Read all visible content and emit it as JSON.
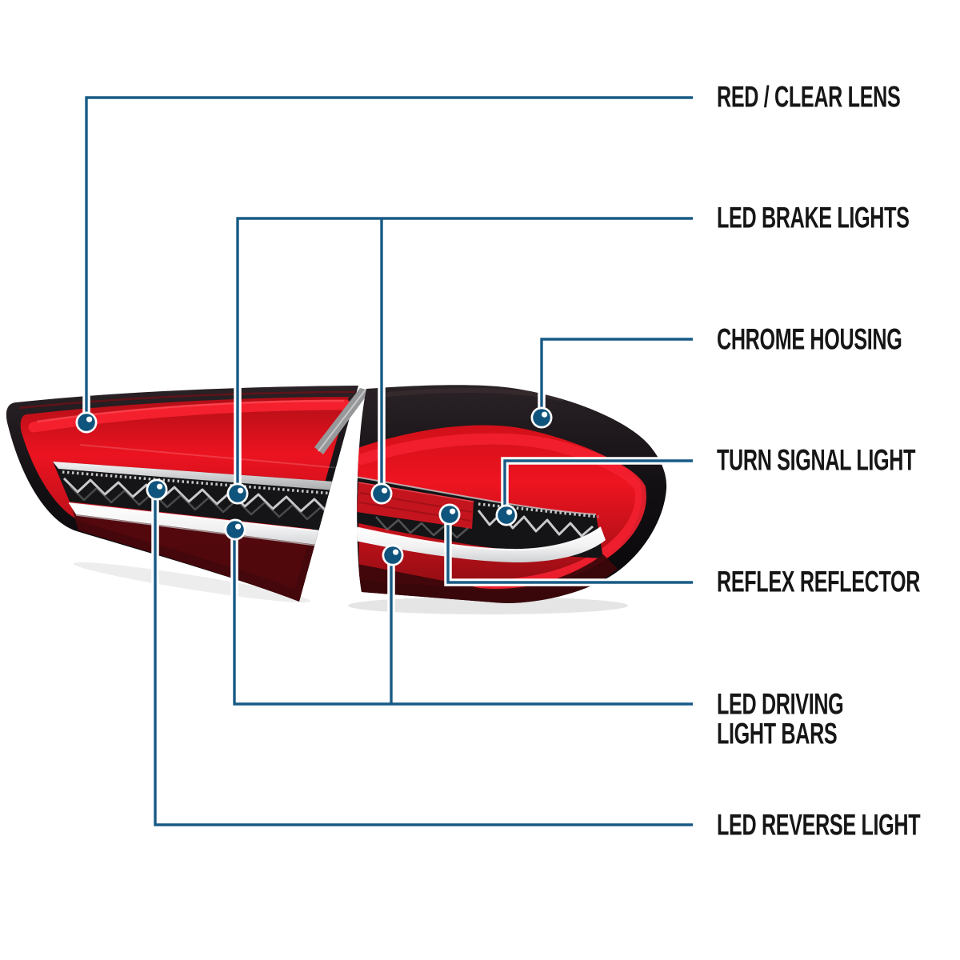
{
  "page": {
    "background": "#ffffff"
  },
  "palette": {
    "callout_blue": "#185a85",
    "marker_blue": "#0f547d",
    "label_text": "#161616",
    "lamp_bright_red": "#ee1420",
    "lamp_dark_red": "#4a080c",
    "chrome_gray": "#9c9d9e",
    "white_bar": "#f2f2f3"
  },
  "callouts": [
    {
      "id": "red-clear-lens",
      "label": "RED / CLEAR LENS"
    },
    {
      "id": "led-brake-lights",
      "label": "LED BRAKE LIGHTS"
    },
    {
      "id": "chrome-housing",
      "label": "CHROME HOUSING"
    },
    {
      "id": "turn-signal-light",
      "label": "TURN SIGNAL LIGHT"
    },
    {
      "id": "reflex-reflector",
      "label": "REFLEX REFLECTOR"
    },
    {
      "id": "led-driving-light-bars",
      "label": "LED DRIVING",
      "label_line2": "LIGHT BARS"
    },
    {
      "id": "led-reverse-light",
      "label": "LED REVERSE LIGHT"
    }
  ]
}
